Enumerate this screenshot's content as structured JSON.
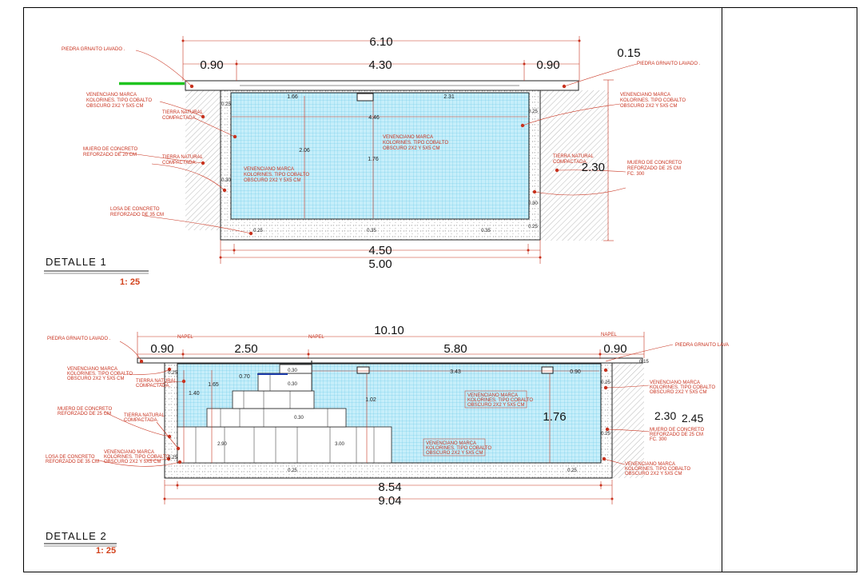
{
  "detalle1": {
    "dims_top": {
      "total": "6.10",
      "left": "0.90",
      "center": "4.30",
      "right": "0.90",
      "extra": "0.15"
    },
    "dims_inner": {
      "a": "1.66",
      "b": "2.31",
      "width_inner": "4.46",
      "depth_left": "2.06",
      "depth_center": "1.76",
      "height_right": "2.30"
    },
    "small_dims": {
      "wall_tl": "0.25",
      "wall_ml": "0.30",
      "wall_tr": "0.25",
      "wall_mr": "0.30",
      "wall_br": "0.25",
      "slab_l": "0.25",
      "slab_c": "0.35",
      "slab_r": "0.35"
    },
    "dims_bottom": {
      "inner": "4.50",
      "outer": "5.00"
    },
    "labels": {
      "piedra_left": "PIEDRA GRNAITO LAVADO .",
      "piedra_right": "PIEDRA GRNAITO LAVADO .",
      "venec_left_1": "VENENCIANO MARCA",
      "venec_left_2": "KOLORINES. TIPO COBALTO",
      "venec_left_3": "OBSCURO 2X2 Y 5X5 CM",
      "tierra_1a": "TIERRA NATURAL",
      "tierra_1b": "COMPACTADA.",
      "muro_left_1": "MUERO DE CONCRETO",
      "muro_left_2": "REFORZADO DE 20 CM",
      "tierra_2a": "TIERRA NATURAL",
      "tierra_2b": "COMPACTADA.",
      "losa_1": "LOSA DE CONCRETO",
      "losa_2": "REFORZADO DE 35 CM",
      "venec_right_1": "VENENCIANO MARCA",
      "venec_right_2": "KOLORINES. TIPO COBALTO",
      "venec_right_3": "OBSCURO 2X2 Y 5X5 CM",
      "tierra_r1": "TIERRA NATURAL",
      "tierra_r2": "COMPACTADA.",
      "muro_right_1": "MUERO DE CONCRETO",
      "muro_right_2": "REFORZADO DE 25 CM",
      "muro_right_3": "FC. 300",
      "venec_center_1": "VENENCIANO MARCA",
      "venec_center_2": "KOLORINES. TIPO COBALTO",
      "venec_center_3": "OBSCURO 2X2 Y 5X5 CM",
      "venec_inner_1": "VENENCIANO MARCA",
      "venec_inner_2": "KOLORINES. TIPO COBALTO",
      "venec_inner_3": "OBSCURO 2X2 Y 5X5 CM"
    },
    "title": "DETALLE   1",
    "scale": "1: 25"
  },
  "detalle2": {
    "dims_top": {
      "total": "10.10",
      "left": "0.90",
      "a": "2.50",
      "b": "5.80",
      "right": "0.90",
      "napel_1": "NAPEL",
      "napel_2": "NAPEL",
      "napel_3": "NAPEL"
    },
    "dims_inner": {
      "a": "1.40",
      "b": "1.65",
      "c": "0.70",
      "d": "1.02",
      "e": "3.43",
      "f": "0.90",
      "g": "1.76",
      "h": "2.30",
      "i": "2.45"
    },
    "steps": {
      "s1": "0.30",
      "s2": "0.30",
      "s3": "0.30",
      "s4": "2.90",
      "s5": "3.00"
    },
    "small_dims": {
      "t1": "0.25",
      "t2": "0.25",
      "t3": "0.25",
      "t4": "0.25",
      "t5": "0.15",
      "t6": "0.25",
      "t7": "0.25"
    },
    "dims_bottom": {
      "inner": "8.54",
      "outer": "9.04"
    },
    "labels": {
      "piedra_left": "PIEDRA GRNAITO LAVADO .",
      "piedra_right": "PIEDRA GRNAITO LAVA",
      "venec_left_1": "VENENCIANO MARCA",
      "venec_left_2": "KOLORINES. TIPO COBALTO",
      "venec_left_3": "OBSCURO 2X2 Y 5X5 CM",
      "tierra_1a": "TIERRA NATURAL",
      "tierra_1b": "COMPACTADA.",
      "muro_left_1": "MUERO DE CONCRETO",
      "muro_left_2": "REFORZADO DE 25 CM",
      "tierra_2a": "TIERRA NATURAL",
      "tierra_2b": "COMPACTADA.",
      "venec_l2_1": "VENENCIANO MARCA",
      "venec_l2_2": "KOLORINES. TIPO COBALTO",
      "venec_l2_3": "OBSCURO 2X2 Y 5X5 CM",
      "losa_1": "LOSA DE CONCRETO",
      "losa_2": "REFORZADO DE 35 CM",
      "box_a1": "VENENCIANO MARCA",
      "box_a2": "KOLORINES. TIPO COBALTO",
      "box_a3": "OBSCURO 2X2 Y 5X5 CM",
      "box_b1": "VENENCIANO MARCA",
      "box_b2": "KOLORINES. TIPO COBALTO",
      "box_b3": "OBSCURO 2X2 Y 5X5 CM",
      "venec_r_1": "VENENCIANO MARCA",
      "venec_r_2": "KOLORINES. TIPO COBALTO",
      "venec_r_3": "OBSCURO 2X2 Y 5X5 CM",
      "muro_r_1": "MUERO DE CONCRETO",
      "muro_r_2": "REFORZADO DE 25 CM",
      "muro_r_3": "FC. 300",
      "venec_r2_1": "VENENCIANO MARCA",
      "venec_r2_2": "KOLORINES. TIPO COBALTO",
      "venec_r2_3": "OBSCURO 2X2 Y 5X5 CM"
    },
    "title": "DETALLE   2",
    "scale": "1: 25"
  },
  "colors": {
    "water": "#c6eefa",
    "grid": "#62c6e6",
    "annotation": "#c8321e",
    "green_marker": "#1fc41f"
  }
}
